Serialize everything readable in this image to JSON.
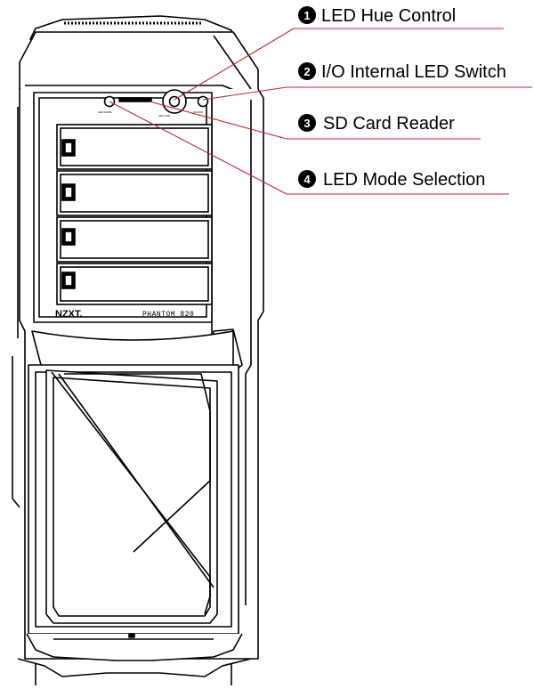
{
  "callouts": [
    {
      "number": "1",
      "label": "LED Hue Control"
    },
    {
      "number": "2",
      "label": "I/O Internal LED Switch"
    },
    {
      "number": "3",
      "label": "SD Card Reader"
    },
    {
      "number": "4",
      "label": "LED Mode Selection"
    }
  ],
  "case": {
    "brand": "NZXT.",
    "model": "PHANTOM 820",
    "tiny_labels": [
      "LED MODE",
      "LED HUE",
      "ON/OFF"
    ]
  },
  "colors": {
    "callout_line": "#c0272d",
    "outline": "#000000",
    "badge_fill": "#000000"
  }
}
